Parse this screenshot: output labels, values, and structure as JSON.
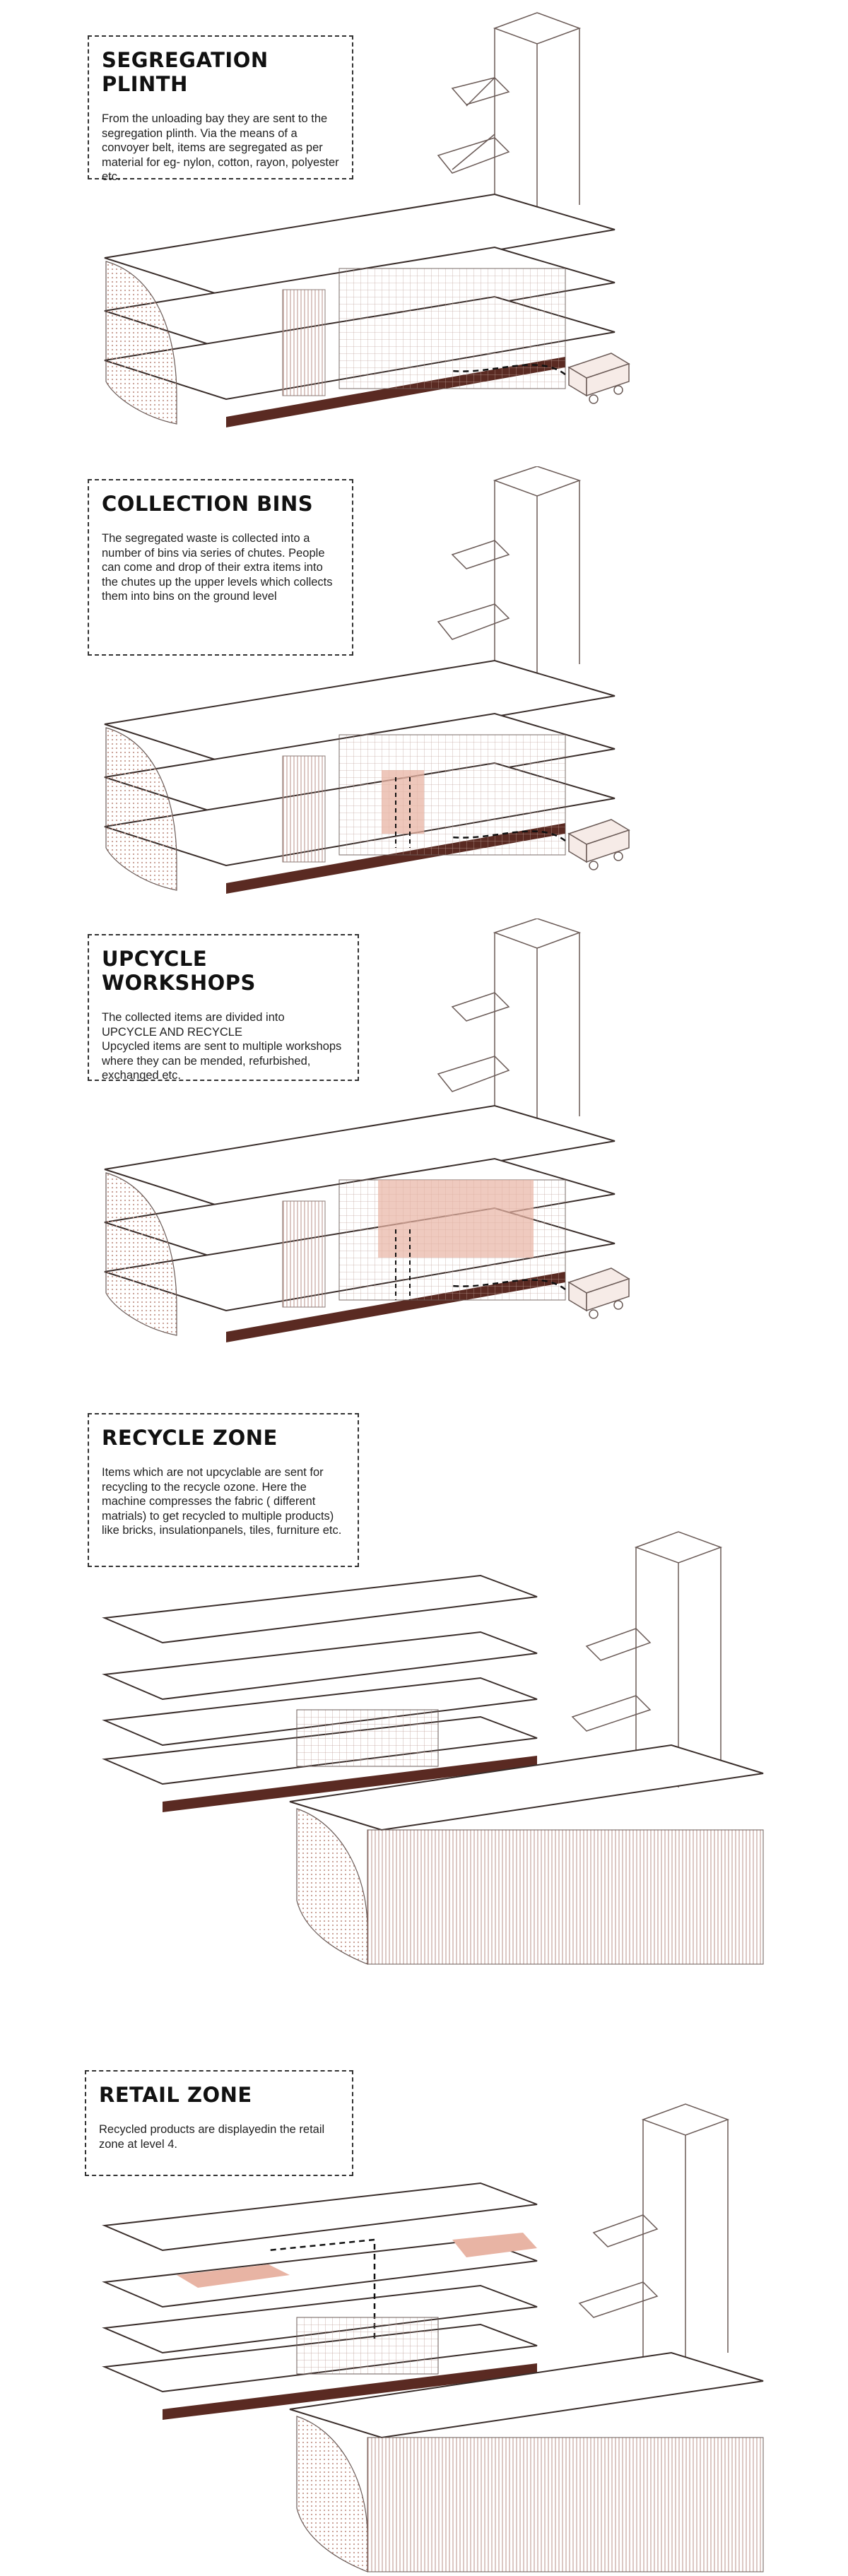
{
  "sections": [
    {
      "title": "SEGREGATION PLINTH",
      "body": "From the unloading bay they are sent to the segregation plinth. Via the means of a convoyer belt, items are segregated as per material for eg- nylon, cotton, rayon, polyester etc."
    },
    {
      "title": "COLLECTION BINS",
      "body": "The segregated waste is collected into a number of bins via series of chutes. People can come and drop of their extra items into the chutes up the upper levels  which collects them into bins on the ground level"
    },
    {
      "title": "UPCYCLE WORKSHOPS",
      "body": "The collected items are divided into\nUPCYCLE AND RECYCLE\nUpcycled items are sent to multiple workshops where they can be mended, refurbished, exchanged etc."
    },
    {
      "title": "RECYCLE ZONE",
      "body": "Items which are not upcyclable are sent for recycling to the recycle ozone. Here the machine compresses the fabric ( different matrials) to get recycled to multiple products) like bricks, insulationpanels, tiles, furniture etc."
    },
    {
      "title": "RETAIL ZONE",
      "body": "Recycled products are displayedin the retail zone at level 4."
    }
  ],
  "colors": {
    "line": "#6b5b57",
    "dark_line": "#3a2e2b",
    "slab": "#5a2a22",
    "highlight": "#e8b4a4",
    "hatch": "#c9a89e"
  }
}
